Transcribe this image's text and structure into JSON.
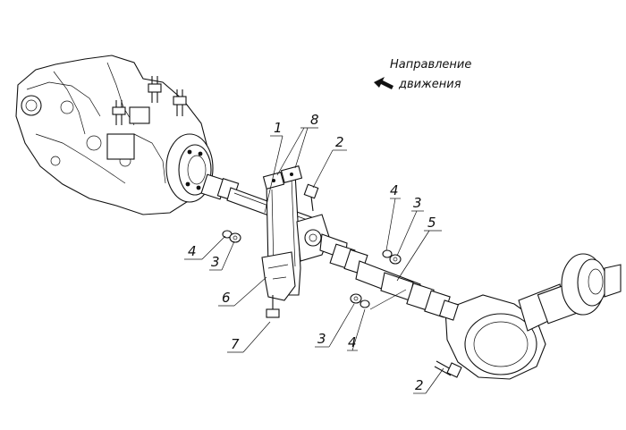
{
  "direction": {
    "line1": "Направление",
    "line2": "движения"
  },
  "callouts": {
    "c1": "1",
    "c8": "8",
    "c2_top": "2",
    "c4_left": "4",
    "c3_left": "3",
    "c6": "6",
    "c7": "7",
    "c4_right": "4",
    "c3_right": "3",
    "c5": "5",
    "c3_bottom": "3",
    "c4_bottom": "4",
    "c2_bottom": "2"
  }
}
